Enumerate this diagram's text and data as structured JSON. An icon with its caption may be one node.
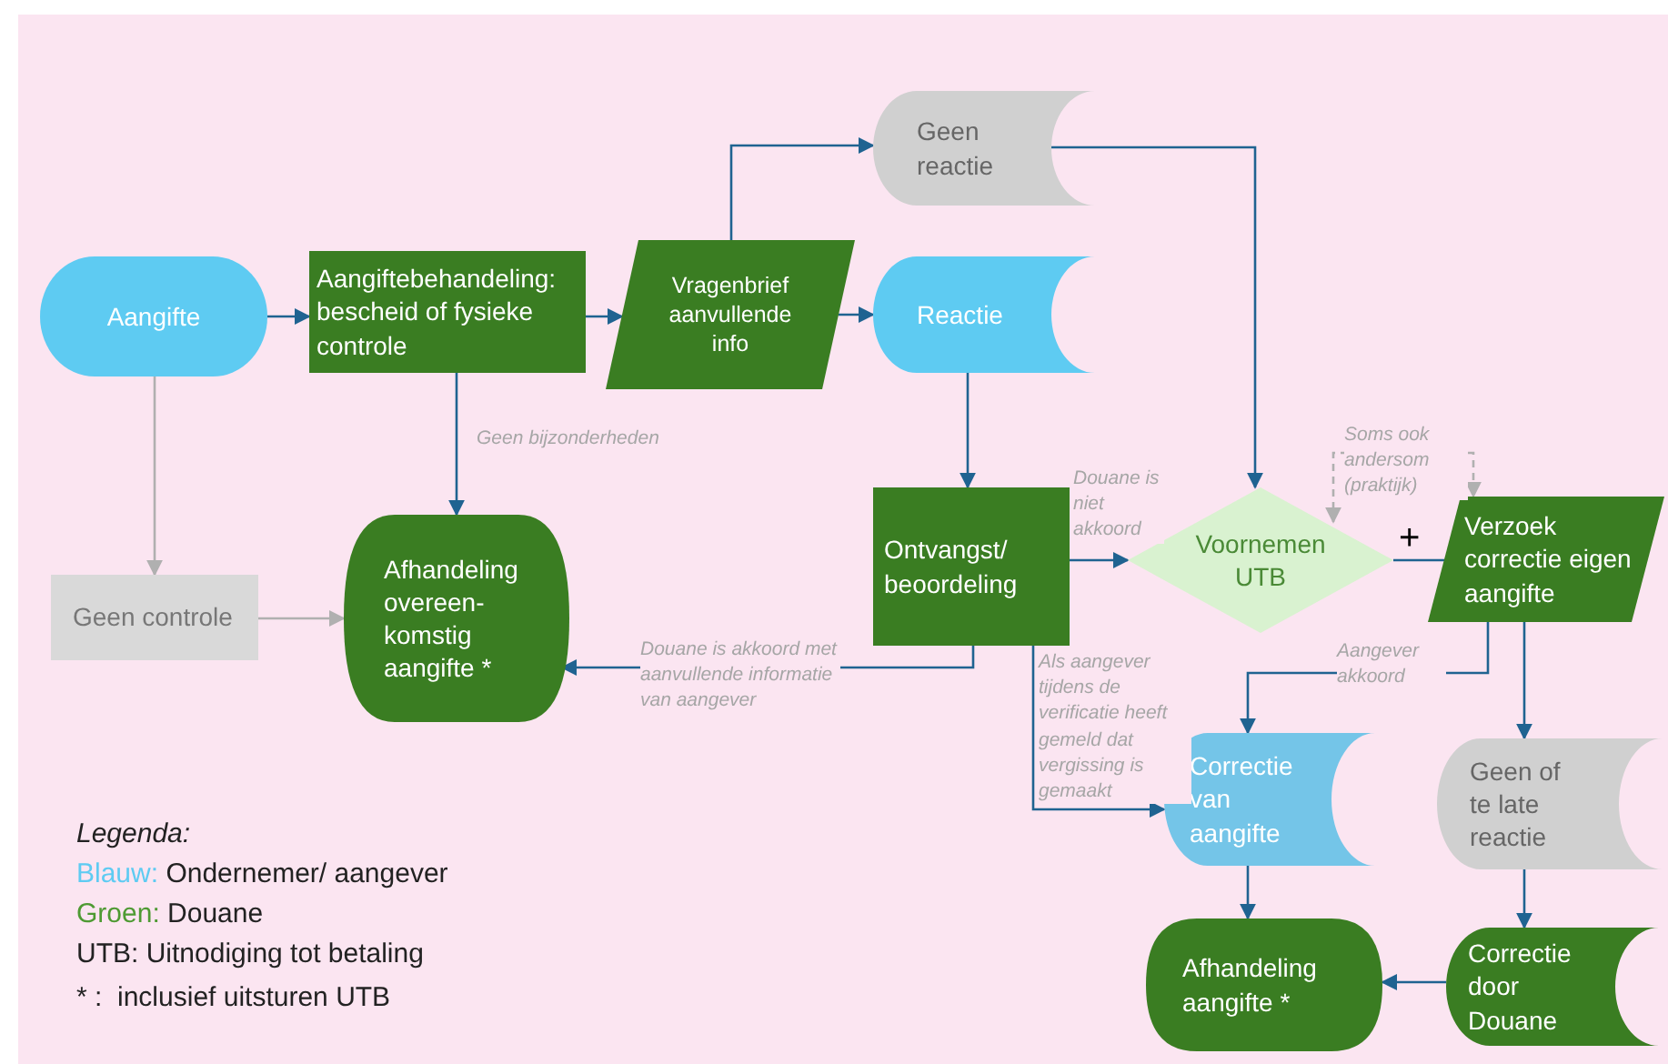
{
  "diagram": {
    "nodes": [
      {
        "text": [
          "Aangifte"
        ]
      },
      {
        "text": [
          "Aangiftebehandeling: bescheid of fysieke controle"
        ]
      },
      {
        "text": [
          "Vragenbrief aanvullende info"
        ]
      },
      {
        "text": [
          "Geen reactie"
        ]
      },
      {
        "text": [
          "Reactie"
        ]
      },
      {
        "text": [
          "Geen controle"
        ]
      },
      {
        "text": [
          "Afhandeling overeen-komstig aangifte *"
        ]
      },
      {
        "text": [
          "Ontvangst/ beoordeling"
        ]
      },
      {
        "text": [
          "Voornemen UTB"
        ]
      },
      {
        "text": [
          "Verzoek correctie eigen aangifte"
        ]
      },
      {
        "text": [
          "Correctie van aangifte"
        ]
      },
      {
        "text": [
          "Geen of te late reactie"
        ]
      },
      {
        "text": [
          "Afhandeling aangifte *"
        ]
      },
      {
        "text": [
          "Correctie door Douane"
        ]
      }
    ],
    "edges": [
      {
        "from": 0,
        "to": 1,
        "arrow": "to"
      },
      {
        "from": 1,
        "to": 2,
        "arrow": "to"
      },
      {
        "from": 2,
        "to": 3,
        "arrow": "to"
      },
      {
        "from": 2,
        "to": 4,
        "arrow": "to"
      },
      {
        "from": 1,
        "to": 6,
        "arrow": "to",
        "label": "Geen bijzonderheden"
      },
      {
        "from": 0,
        "to": 5,
        "arrow": "to",
        "color": "#b0b0b0"
      },
      {
        "from": 5,
        "to": 6,
        "arrow": "to",
        "color": "#b0b0b0"
      },
      {
        "from": 3,
        "to": 8,
        "arrow": "to"
      },
      {
        "from": 4,
        "to": 7,
        "arrow": "to"
      },
      {
        "from": 7,
        "to": 8,
        "arrow": "to",
        "label": "Douane is niet akkoord"
      },
      {
        "from": 7,
        "to": 6,
        "arrow": "to",
        "label": "Douane is akkoord met aanvullende informatie van aangever"
      },
      {
        "from": 7,
        "to": 10,
        "arrow": "to",
        "label": "Als aangever tijdens de verificatie heeft gemeld dat vergissing is gemaakt"
      },
      {
        "from": 8,
        "to": 9,
        "arrow": "none",
        "label": "+"
      },
      {
        "from": 8,
        "to": 9,
        "arrow": "both",
        "style": "dashed",
        "color": "#b0b0b0",
        "label": "Soms ook andersom (praktijk)"
      },
      {
        "from": 9,
        "to": 10,
        "arrow": "to",
        "label": "Aangever akkoord"
      },
      {
        "from": 9,
        "to": 11,
        "arrow": "to"
      },
      {
        "from": 10,
        "to": 12,
        "arrow": "to"
      },
      {
        "from": 11,
        "to": 13,
        "arrow": "to"
      },
      {
        "from": 13,
        "to": 12,
        "arrow": "to"
      }
    ],
    "labels": [
      "Legenda:",
      "UTB: Uitnodiging tot betaling",
      "* :  inclusief uitsturen UTB"
    ],
    "legend": [
      {
        "text": "Blauw: Ondernemer/ aangever",
        "color": "#5ecbf2"
      },
      {
        "text": "Groen: Douane",
        "color": "#4e9a33"
      }
    ]
  }
}
